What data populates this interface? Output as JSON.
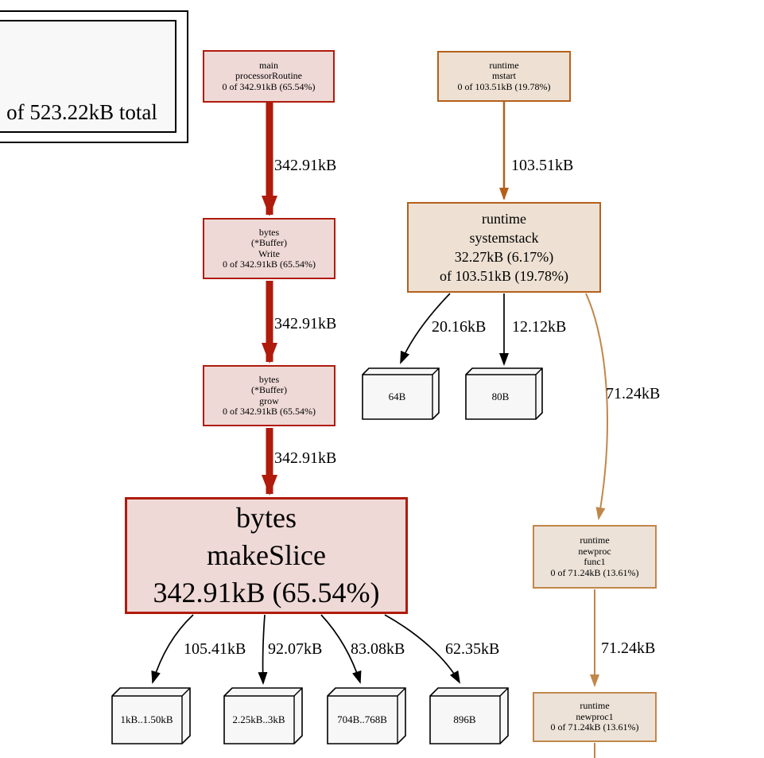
{
  "legend": {
    "total_line": "of 523.22kB total"
  },
  "colors": {
    "red_border": "#b01b0c",
    "red_fill": "#eed9d6",
    "orange_border": "#b4601b",
    "orange_fill": "#eee1d3",
    "tan_border": "#c0874a",
    "tan_fill": "#ece2d8",
    "leaf_fill": "#f7f7f7",
    "edge_black": "#000000"
  },
  "nodes": {
    "processor_routine": {
      "label": "main\nprocessorRoutine\n0 of 342.91kB (65.54%)"
    },
    "mstart": {
      "label": "runtime\nmstart\n0 of 103.51kB (19.78%)"
    },
    "buffer_write": {
      "label": "bytes\n(*Buffer)\nWrite\n0 of 342.91kB (65.54%)"
    },
    "systemstack": {
      "label": "runtime\nsystemstack\n32.27kB (6.17%)\nof 103.51kB (19.78%)"
    },
    "buffer_grow": {
      "label": "bytes\n(*Buffer)\ngrow\n0 of 342.91kB (65.54%)"
    },
    "make_slice": {
      "label": "bytes\nmakeSlice\n342.91kB (65.54%)"
    },
    "newproc_func1": {
      "label": "runtime\nnewproc\nfunc1\n0 of 71.24kB (13.61%)"
    },
    "newproc1": {
      "label": "runtime\nnewproc1\n0 of 71.24kB (13.61%)"
    },
    "leaf_64b": {
      "label": "64B"
    },
    "leaf_80b": {
      "label": "80B"
    },
    "leaf_1kb": {
      "label": "1kB..1.50kB"
    },
    "leaf_2_25kb": {
      "label": "2.25kB..3kB"
    },
    "leaf_704b": {
      "label": "704B..768B"
    },
    "leaf_896b": {
      "label": "896B"
    }
  },
  "edge_labels": {
    "main_to_write": "342.91kB",
    "mstart_to_systemstack": "103.51kB",
    "write_to_grow": "342.91kB",
    "systemstack_to_64b": "20.16kB",
    "systemstack_to_80b": "12.12kB",
    "systemstack_to_newproc_func1": "71.24kB",
    "grow_to_makeslice": "342.91kB",
    "makeslice_to_1kb": "105.41kB",
    "makeslice_to_2_25kb": "92.07kB",
    "makeslice_to_704b": "83.08kB",
    "makeslice_to_896b": "62.35kB",
    "newproc_func1_to_newproc1": "71.24kB"
  }
}
